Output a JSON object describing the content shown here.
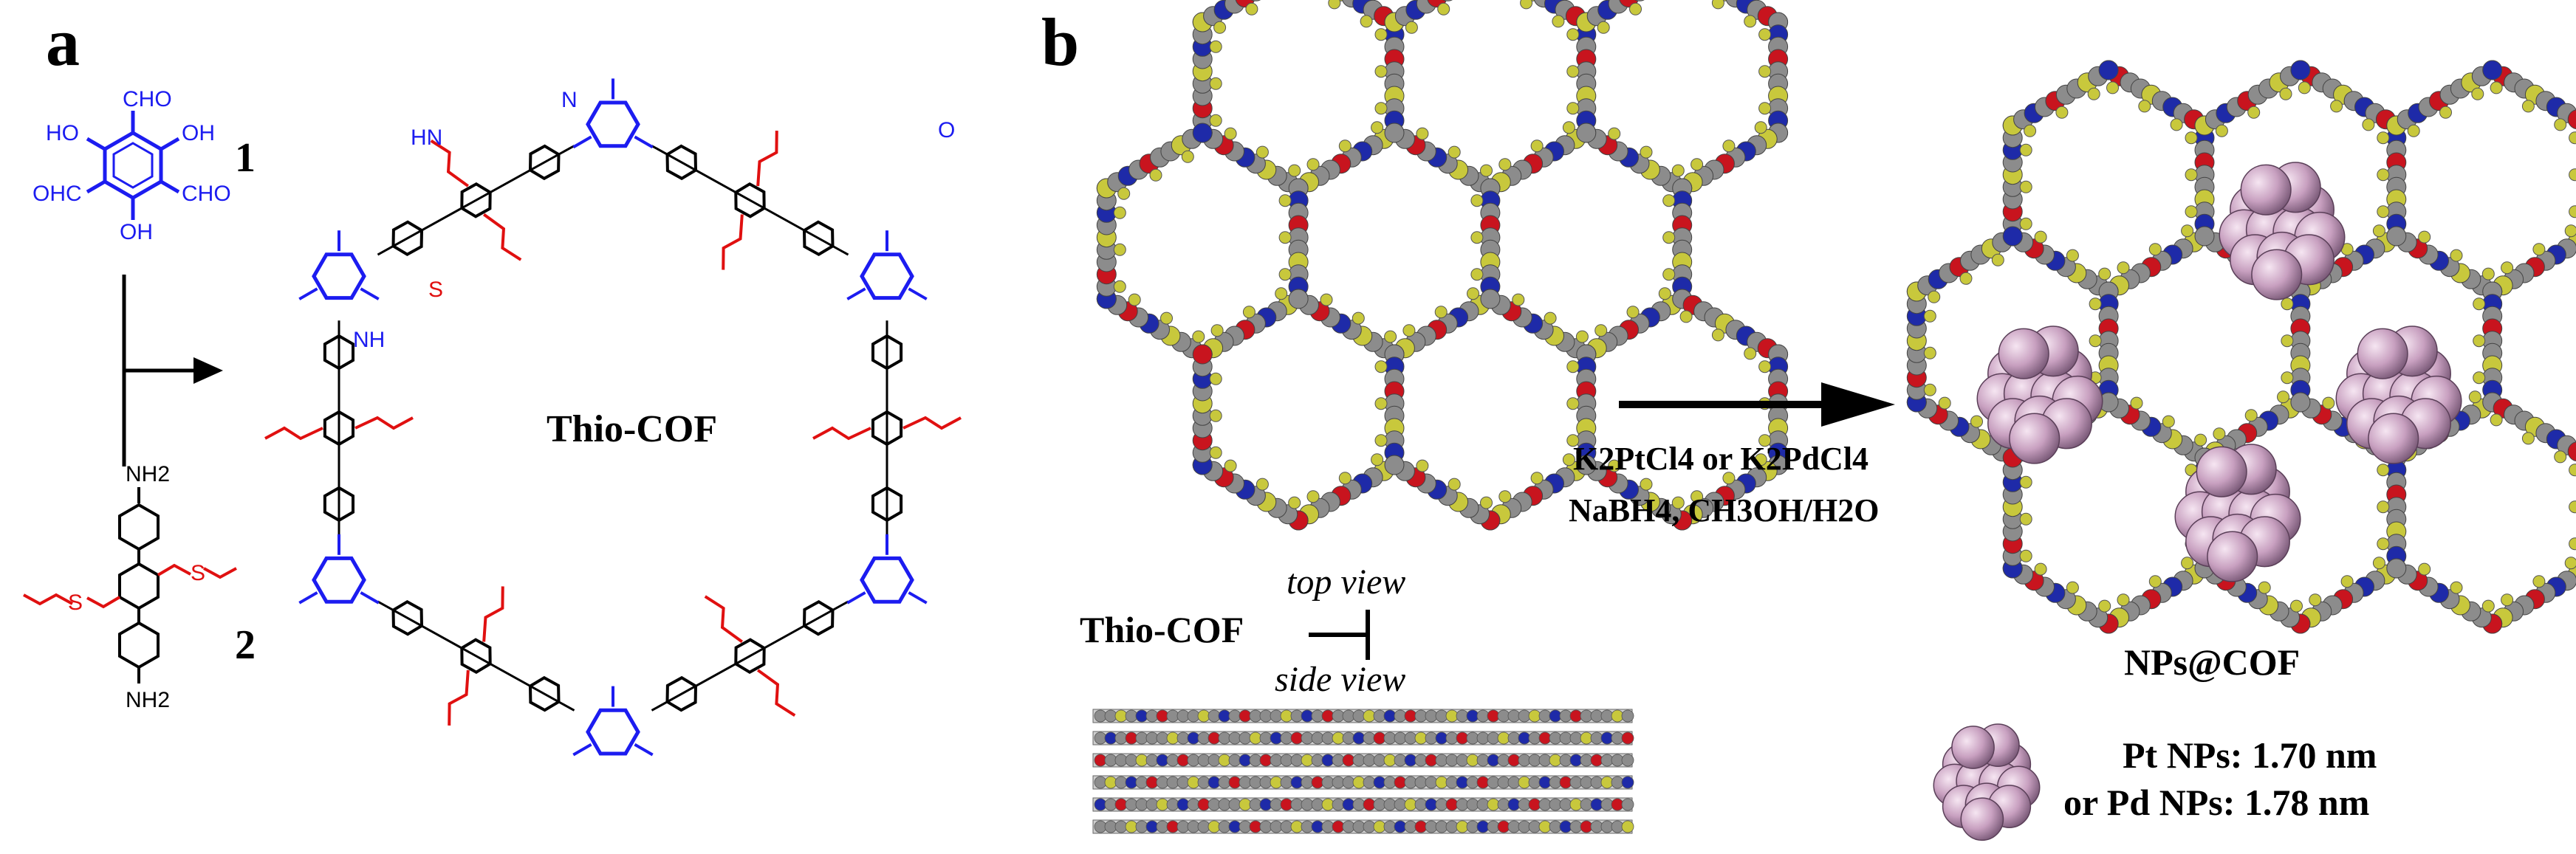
{
  "panels": {
    "a": "a",
    "b": "b"
  },
  "monomer1": {
    "number": "1",
    "groups": {
      "cho_top": "CHO",
      "oh_left": "HO",
      "oh_right": "OH",
      "cho_left": "OHC",
      "cho_right": "CHO",
      "oh_bottom": "OH"
    }
  },
  "monomer2": {
    "number": "2",
    "groups": {
      "nh2_top": "NH2",
      "nh2_bottom": "NH2",
      "s_left": "S",
      "s_right": "S"
    }
  },
  "cof_label": "Thio-COF",
  "ring_atoms": {
    "hn": "HN",
    "nh": "NH",
    "s": "S",
    "o": "O",
    "n": "N"
  },
  "panel_b": {
    "top_view": "top view",
    "side_view": "side view",
    "cof_label": "Thio-COF",
    "reagents_line1": "K2PtCl4 or K2PdCl4",
    "reagents_line2": "NaBH4, CH3OH/H2O",
    "product_label": "NPs@COF",
    "legend_pt": "Pt NPs: 1.70 nm",
    "legend_pd": "or Pd NPs: 1.78 nm"
  },
  "colors": {
    "linker_blue": "#1c1cf0",
    "thioether_red": "#e01010",
    "carbon_gray": "#8c8c8c",
    "oxygen_red": "#c8141e",
    "nitrogen_blue": "#1e2aa8",
    "sulfur_yellow": "#c8c83c",
    "nanoparticle_pink": "#c8a0c0"
  }
}
